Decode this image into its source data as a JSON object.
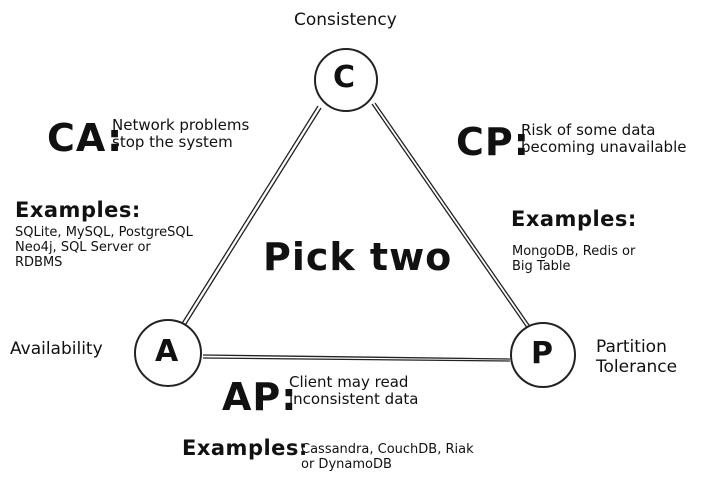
{
  "nodes": {
    "c": {
      "letter": "C",
      "label": "Consistency"
    },
    "a": {
      "letter": "A",
      "label": "Availability"
    },
    "p": {
      "letter": "P",
      "label": "Partition\nTolerance"
    }
  },
  "center_text": "Pick two",
  "ca": {
    "code": "CA:",
    "description": "Network problems\nstop the system",
    "examples_title": "Examples:",
    "examples": "SQLite, MySQL, PostgreSQL\nNeo4j, SQL Server or\nRDBMS"
  },
  "cp": {
    "code": "CP:",
    "description": "Risk of some data\nbecoming unavailable",
    "examples_title": "Examples:",
    "examples": "MongoDB, Redis or\nBig Table"
  },
  "ap": {
    "code": "AP:",
    "description": "Client may read\ninconsistent data",
    "examples_title": "Examples:",
    "examples": "Cassandra, CouchDB, Riak\nor DynamoDB"
  }
}
